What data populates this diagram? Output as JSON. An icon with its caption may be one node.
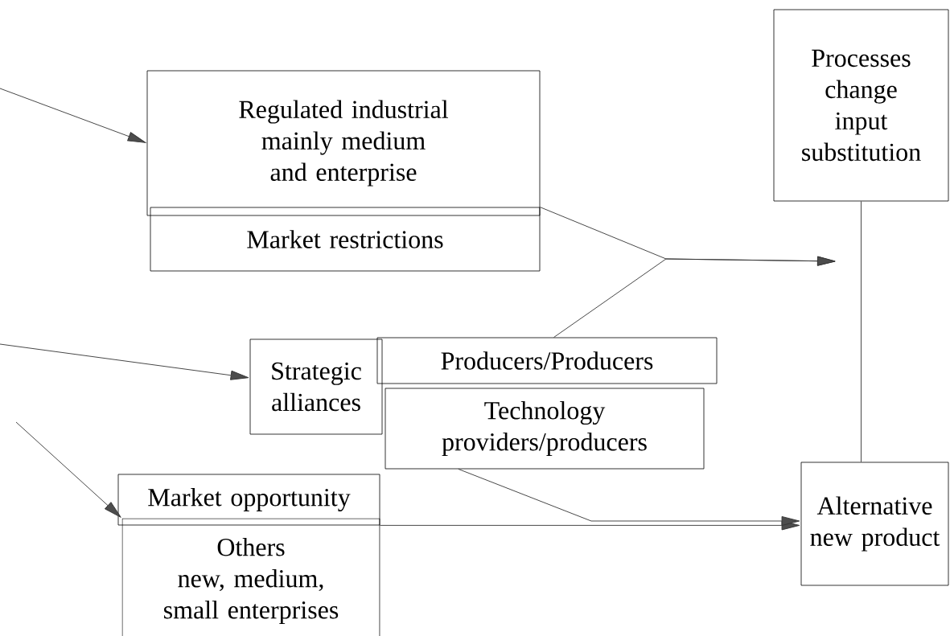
{
  "diagram": {
    "nodes": [
      {
        "text": [
          "Regulated industrial mainly medium and enterprise"
        ]
      },
      {
        "text": [
          "Market restrictions"
        ]
      },
      {
        "text": [
          "Processes change input substitution"
        ]
      },
      {
        "text": [
          "Strategic alliances"
        ]
      },
      {
        "text": [
          "Producers/Producers"
        ]
      },
      {
        "text": [
          "Technology providers/producers"
        ]
      },
      {
        "text": [
          "Market opportunity"
        ]
      },
      {
        "text": [
          "Others",
          "new, medium, small enterprises"
        ]
      },
      {
        "text": [
          "Alternative new product"
        ]
      }
    ],
    "edges": [
      {
        "from": null,
        "to": 0,
        "arrow": "to"
      },
      {
        "from": null,
        "to": 3,
        "arrow": "to"
      },
      {
        "from": null,
        "to": 7,
        "arrow": "to"
      },
      {
        "from": 1,
        "to": null,
        "arrow": "to"
      },
      {
        "from": 4,
        "to": null,
        "arrow": "to"
      },
      {
        "from": 2,
        "to": 8,
        "arrow": "none"
      },
      {
        "from": 6,
        "to": 8,
        "arrow": "to"
      },
      {
        "from": 5,
        "to": 8,
        "arrow": "to"
      }
    ]
  }
}
